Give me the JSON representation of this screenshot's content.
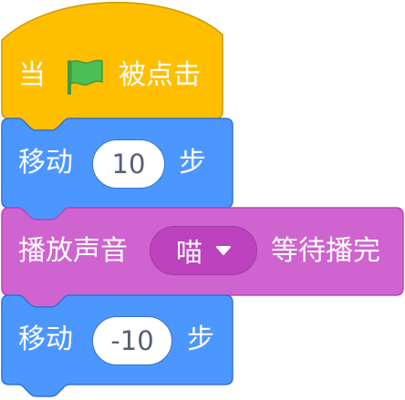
{
  "colors": {
    "events": "#ffbf00",
    "events_border": "#cc9900",
    "motion": "#4c97ff",
    "motion_border": "#3373cc",
    "sound": "#cf63cf",
    "sound_border": "#bd42bd",
    "flag": "#4cbf56"
  },
  "blocks": [
    {
      "type": "event-hat",
      "prefix": "当",
      "icon": "green-flag-icon",
      "suffix": "被点击"
    },
    {
      "type": "motion",
      "prefix": "移动",
      "value": "10",
      "suffix": "步"
    },
    {
      "type": "sound",
      "prefix": "播放声音",
      "menu_value": "喵",
      "suffix": "等待播完"
    },
    {
      "type": "motion",
      "prefix": "移动",
      "value": "-10",
      "suffix": "步"
    }
  ]
}
